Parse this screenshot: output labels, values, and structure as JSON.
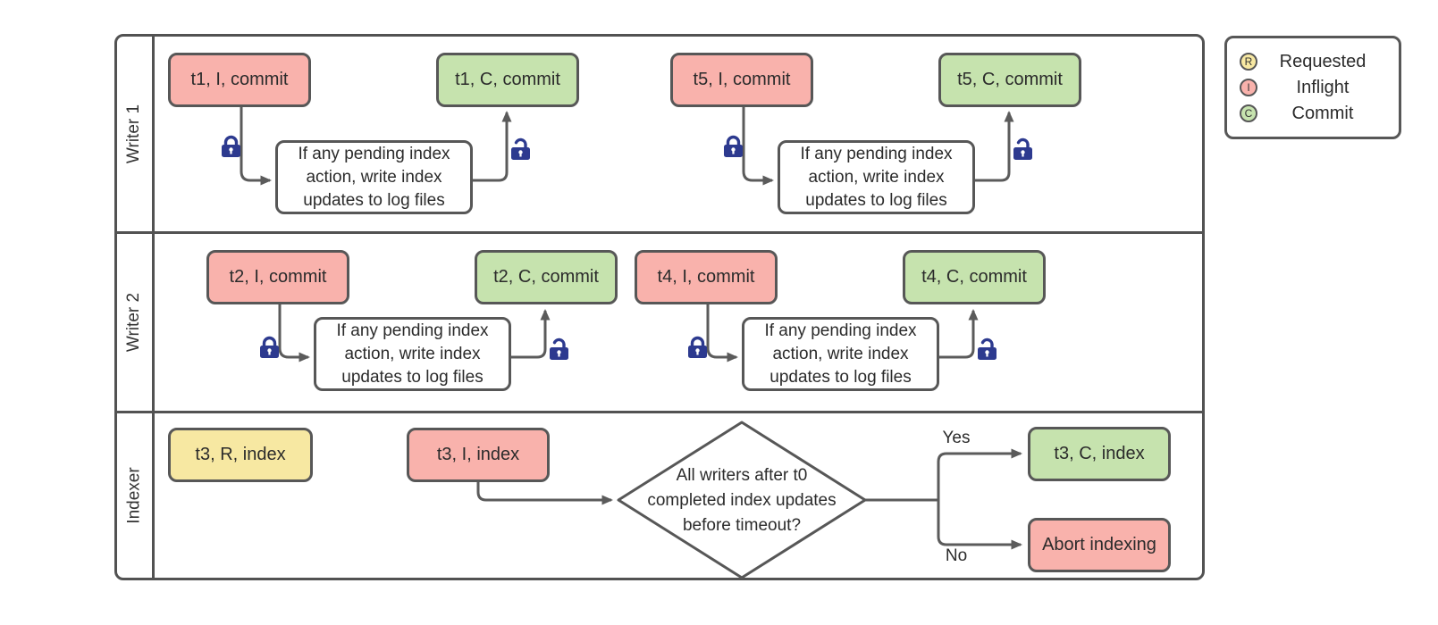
{
  "lanes": [
    {
      "label": "Writer 1"
    },
    {
      "label": "Writer 2"
    },
    {
      "label": "Indexer"
    }
  ],
  "nodes": {
    "t1_i": {
      "label": "t1, I, commit"
    },
    "t1_c": {
      "label": "t1, C, commit"
    },
    "t5_i": {
      "label": "t5, I, commit"
    },
    "t5_c": {
      "label": "t5, C, commit"
    },
    "t2_i": {
      "label": "t2, I, commit"
    },
    "t2_c": {
      "label": "t2, C, commit"
    },
    "t4_i": {
      "label": "t4, I, commit"
    },
    "t4_c": {
      "label": "t4, C, commit"
    },
    "t3_r": {
      "label": "t3, R, index"
    },
    "t3_i": {
      "label": "t3, I, index"
    },
    "t3_c": {
      "label": "t3, C, index"
    },
    "abort": {
      "label": "Abort indexing"
    }
  },
  "note": {
    "text": "If any pending index action, write index updates to log files"
  },
  "decision": {
    "text": "All writers after t0 completed index updates before timeout?",
    "yes": "Yes",
    "no": "No"
  },
  "legend": {
    "items": [
      {
        "letter": "R",
        "label": "Requested",
        "color": "#f7e8a2"
      },
      {
        "letter": "I",
        "label": "Inflight",
        "color": "#f9b2ac"
      },
      {
        "letter": "C",
        "label": "Commit",
        "color": "#c6e3ae"
      }
    ]
  },
  "colors": {
    "requested": "#f7e8a2",
    "inflight": "#f9b2ac",
    "commit": "#c6e3ae",
    "stroke": "#575757",
    "line": "#5b5b5b",
    "lock": "#2d3a8f"
  }
}
